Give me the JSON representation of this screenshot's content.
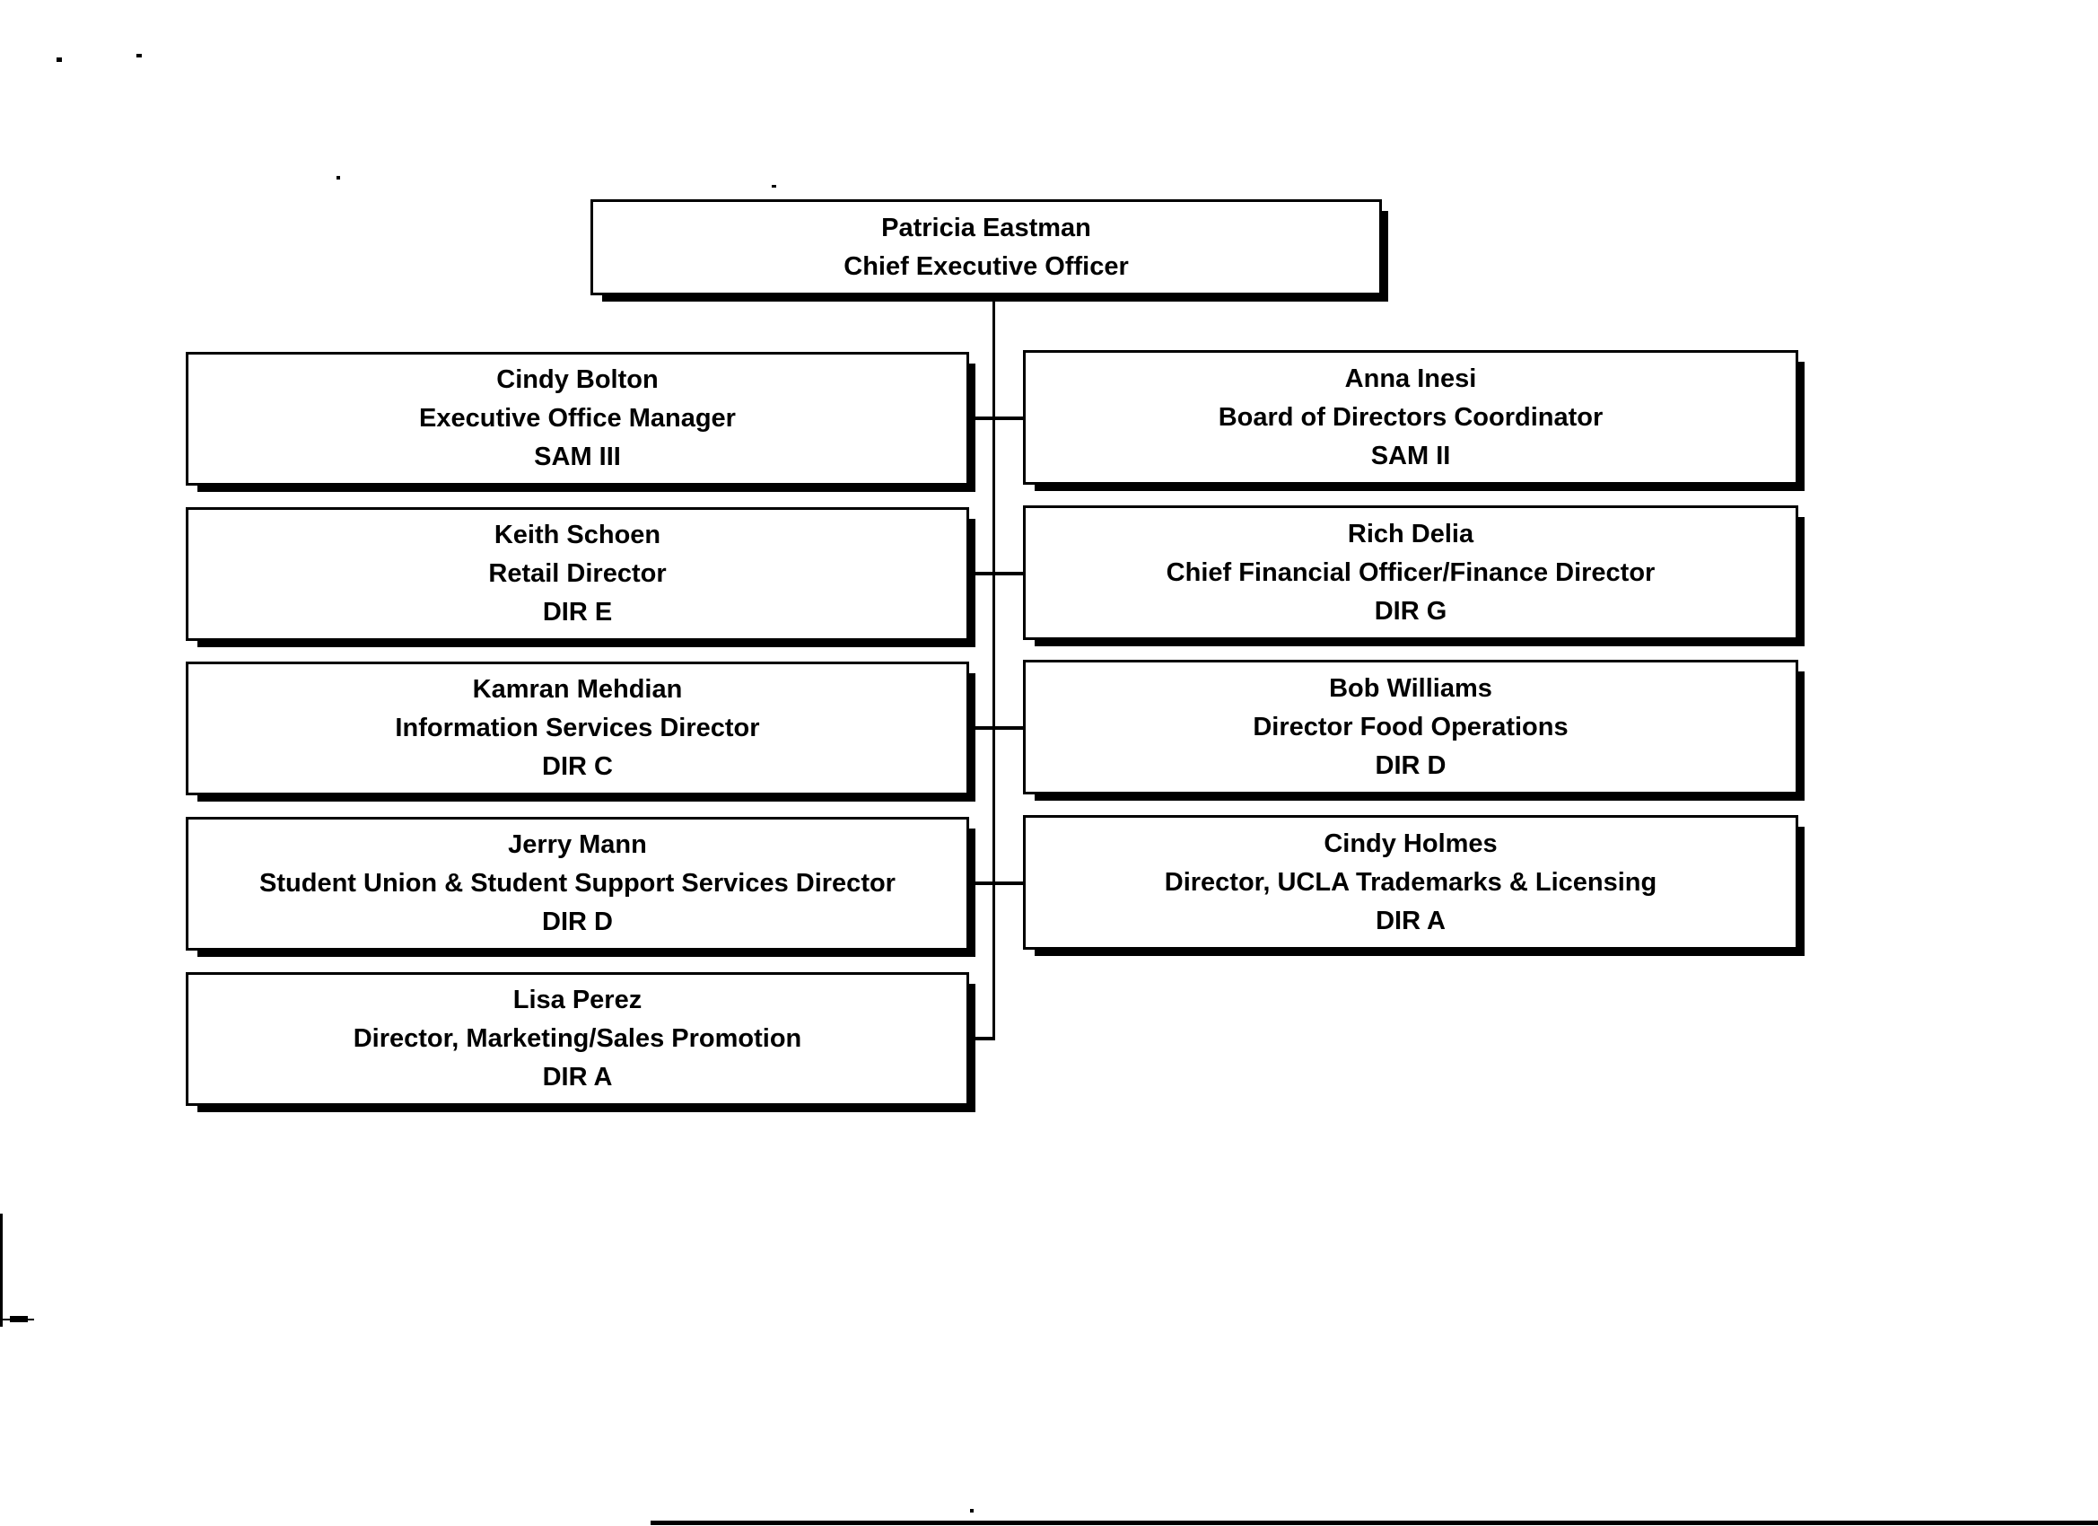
{
  "document": {
    "kind": "organizational chart (scanned page)",
    "background_color": "#ffffff",
    "ink_color": "#000000"
  },
  "org_chart": {
    "root": {
      "name": "Patricia Eastman",
      "title": "Chief Executive Officer"
    },
    "left_column": [
      {
        "name": "Cindy Bolton",
        "title": "Executive Office Manager",
        "grade": "SAM III"
      },
      {
        "name": "Keith Schoen",
        "title": "Retail Director",
        "grade": "DIR E"
      },
      {
        "name": "Kamran Mehdian",
        "title": "Information Services Director",
        "grade": "DIR C"
      },
      {
        "name": "Jerry Mann",
        "title": "Student Union & Student Support Services Director",
        "grade": "DIR D"
      },
      {
        "name": "Lisa Perez",
        "title": "Director, Marketing/Sales Promotion",
        "grade": "DIR A"
      }
    ],
    "right_column": [
      {
        "name": "Anna Inesi",
        "title": "Board of Directors Coordinator",
        "grade": "SAM II"
      },
      {
        "name": "Rich Delia",
        "title": "Chief Financial Officer/Finance Director",
        "grade": "DIR G"
      },
      {
        "name": "Bob Williams",
        "title": "Director Food Operations",
        "grade": "DIR D"
      },
      {
        "name": "Cindy Holmes",
        "title": "Director, UCLA Trademarks & Licensing",
        "grade": "DIR A"
      }
    ]
  }
}
